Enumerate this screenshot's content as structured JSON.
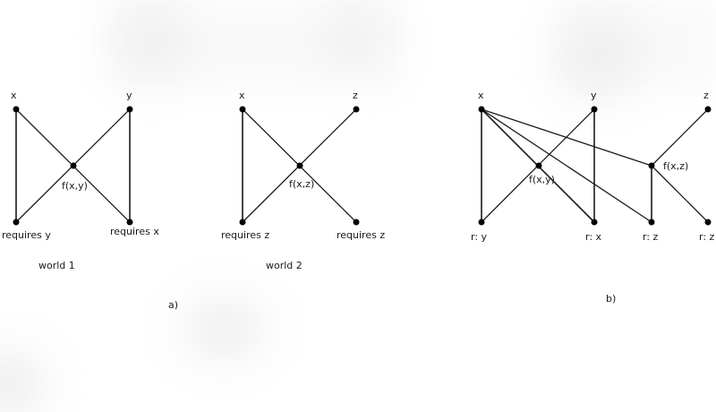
{
  "figure": {
    "panel_a": {
      "caption": "a)",
      "world1": {
        "caption": "world 1",
        "nodes": {
          "x": "x",
          "y": "y",
          "f": "f(x,y)",
          "req_left": "requires y",
          "req_right": "requires x"
        }
      },
      "world2": {
        "caption": "world 2",
        "nodes": {
          "x": "x",
          "z": "z",
          "f": "f(x,z)",
          "req_left": "requires z",
          "req_right": "requires z"
        }
      }
    },
    "panel_b": {
      "caption": "b)",
      "nodes": {
        "x": "x",
        "y": "y",
        "z": "z",
        "fxy": "f(x,y)",
        "fxz": "f(x,z)",
        "r_y": "r: y",
        "r_x": "r: x",
        "r_z1": "r: z",
        "r_z2": "r: z"
      }
    }
  }
}
